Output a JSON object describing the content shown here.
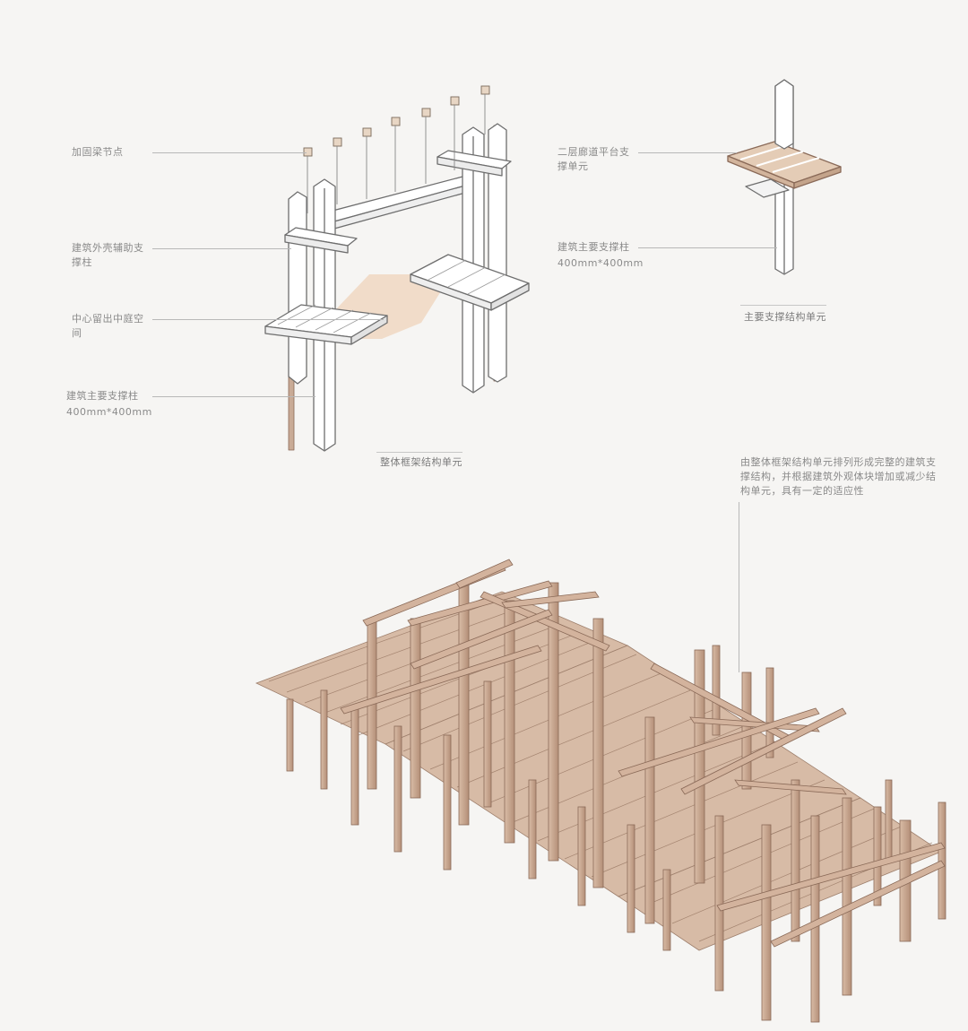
{
  "unit_frame": {
    "callouts": {
      "reinforced_joint": "加固梁节点",
      "auxiliary_column": "建筑外壳辅助支\n撑柱",
      "courtyard": "中心留出中庭空\n间",
      "main_column": "建筑主要支撑柱",
      "main_column_size": "400mm*400mm"
    },
    "caption": "整体框架结构单元"
  },
  "unit_single": {
    "callouts": {
      "platform": "二层廊道平台支\n撑单元",
      "main_column": "建筑主要支撑柱",
      "main_column_size": "400mm*400mm"
    },
    "caption": "主要支撑结构单元"
  },
  "assembly": {
    "note": "由整体框架结构单元排列形成完整的建筑支\n撑结构，并根据建筑外观体块增加或减少结\n构单元，具有一定的适应性"
  },
  "colors": {
    "background": "#f6f5f3",
    "white_member": "#ffffff",
    "member_outline": "#6e6e6e",
    "timber": "#c9ab96",
    "timber_dark": "#8a6a58",
    "courtyard_fill": "#f1dcc9",
    "leader": "#b8b8b8"
  }
}
